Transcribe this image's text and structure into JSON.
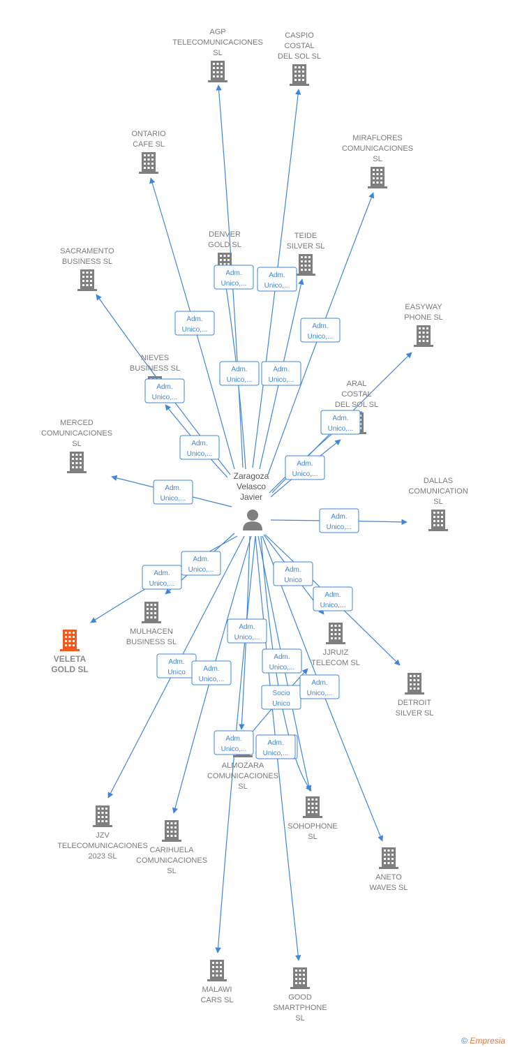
{
  "person": {
    "lines": [
      "Zaragoza",
      "Velasco",
      "Javier"
    ],
    "icon": "person-icon"
  },
  "colors": {
    "edge": "#3f86db",
    "building": "#7f7f7f",
    "highlight": "#f05a22"
  },
  "nodes": [
    {
      "id": "agp",
      "lines": [
        "AGP",
        "TELECOMUNICACIONES",
        "SL"
      ],
      "icon": "building-icon"
    },
    {
      "id": "caspio",
      "lines": [
        "CASPIO",
        "COSTAL",
        "DEL SOL  SL"
      ],
      "icon": "building-icon"
    },
    {
      "id": "ontario",
      "lines": [
        "ONTARIO",
        "CAFE  SL"
      ],
      "icon": "building-icon"
    },
    {
      "id": "miraflores",
      "lines": [
        "MIRAFLORES",
        "COMUNICACIONES",
        "SL"
      ],
      "icon": "building-icon"
    },
    {
      "id": "denver",
      "lines": [
        "DENVER",
        "GOLD  SL"
      ],
      "icon": "building-icon"
    },
    {
      "id": "teide",
      "lines": [
        "TEIDE",
        "SILVER  SL"
      ],
      "icon": "building-icon"
    },
    {
      "id": "sacramento",
      "lines": [
        "SACRAMENTO",
        "BUSINESS  SL"
      ],
      "icon": "building-icon"
    },
    {
      "id": "easyway",
      "lines": [
        "EASYWAY",
        "PHONE  SL"
      ],
      "icon": "building-icon"
    },
    {
      "id": "nieves",
      "lines": [
        "NIEVES",
        "BUSINESS  SL"
      ],
      "icon": "building-icon"
    },
    {
      "id": "aral",
      "lines": [
        "ARAL",
        "COSTAL",
        "DEL SOL  SL"
      ],
      "icon": "building-icon"
    },
    {
      "id": "merced",
      "lines": [
        "MERCED",
        "COMUNICACIONES",
        "SL"
      ],
      "icon": "building-icon"
    },
    {
      "id": "dallas",
      "lines": [
        "DALLAS",
        "COMUNICATION",
        "SL"
      ],
      "icon": "building-icon"
    },
    {
      "id": "mulhacen",
      "lines": [
        "MULHACEN",
        "BUSINESS  SL"
      ],
      "icon": "building-icon"
    },
    {
      "id": "veleta",
      "lines": [
        "VELETA",
        "GOLD  SL"
      ],
      "icon": "building-icon",
      "highlight": true
    },
    {
      "id": "jjruiz",
      "lines": [
        "JJRUIZ",
        "TELECOM  SL"
      ],
      "icon": "building-icon"
    },
    {
      "id": "detroit",
      "lines": [
        "DETROIT",
        "SILVER  SL"
      ],
      "icon": "building-icon"
    },
    {
      "id": "almozara",
      "lines": [
        "ALMOZARA",
        "COMUNICACIONES",
        "SL"
      ],
      "icon": "building-icon"
    },
    {
      "id": "sohophone",
      "lines": [
        "SOHOPHONE",
        "SL"
      ],
      "icon": "building-icon"
    },
    {
      "id": "jzv",
      "lines": [
        "JZV",
        "TELECOMUNICACIONES",
        "2023  SL"
      ],
      "icon": "building-icon"
    },
    {
      "id": "carihuela",
      "lines": [
        "CARIHUELA",
        "COMUNICACIONES",
        "SL"
      ],
      "icon": "building-icon"
    },
    {
      "id": "aneto",
      "lines": [
        "ANETO",
        "WAVES  SL"
      ],
      "icon": "building-icon"
    },
    {
      "id": "malawi",
      "lines": [
        "MALAWI",
        "CARS  SL"
      ],
      "icon": "building-icon"
    },
    {
      "id": "good",
      "lines": [
        "GOOD",
        "SMARTPHONE",
        "SL"
      ],
      "icon": "building-icon"
    }
  ],
  "edges": [
    {
      "target": "agp",
      "label": [
        "Adm.",
        "Unico,..."
      ]
    },
    {
      "target": "caspio",
      "label": [
        "Adm.",
        "Unico,..."
      ]
    },
    {
      "target": "ontario",
      "label": [
        "Adm.",
        "Unico,..."
      ]
    },
    {
      "target": "miraflores",
      "label": [
        "Adm.",
        "Unico,..."
      ]
    },
    {
      "target": "denver",
      "label": [
        "Adm.",
        "Unico,..."
      ]
    },
    {
      "target": "teide",
      "label": [
        "Adm.",
        "Unico,..."
      ]
    },
    {
      "target": "sacramento",
      "label": [
        "Adm.",
        "Unico,..."
      ]
    },
    {
      "target": "easyway",
      "label": [
        "Adm.",
        "Unico,..."
      ]
    },
    {
      "target": "nieves",
      "label": [
        "Adm.",
        "Unico,..."
      ]
    },
    {
      "target": "aral",
      "label": [
        "Adm.",
        "Unico,..."
      ]
    },
    {
      "target": "aral",
      "label": [
        "Adm.",
        "Unico,..."
      ]
    },
    {
      "target": "merced",
      "label": [
        "Adm.",
        "Unico,..."
      ]
    },
    {
      "target": "dallas",
      "label": [
        "Adm.",
        "Unico,..."
      ]
    },
    {
      "target": "mulhacen",
      "label": [
        "Adm.",
        "Unico,..."
      ]
    },
    {
      "target": "veleta",
      "label": [
        "Adm.",
        "Unico,..."
      ]
    },
    {
      "target": "jjruiz",
      "label": [
        "Adm.",
        "Unico"
      ]
    },
    {
      "target": "detroit",
      "label": [
        "Adm.",
        "Unico,..."
      ]
    },
    {
      "target": "almozara",
      "label": [
        "Adm.",
        "Unico,..."
      ]
    },
    {
      "target": "sohophone",
      "label": [
        "Adm.",
        "Unico,..."
      ]
    },
    {
      "target": "sohophone",
      "label": [
        "Adm.",
        "Unico,..."
      ]
    },
    {
      "target": "jjruiz",
      "label": [
        "Socio",
        "Unico"
      ]
    },
    {
      "target": "jzv",
      "label": [
        "Adm.",
        "Unico"
      ]
    },
    {
      "target": "carihuela",
      "label": [
        "Adm.",
        "Unico,..."
      ]
    },
    {
      "target": "aneto",
      "label": [
        "Adm.",
        "Unico,..."
      ]
    },
    {
      "target": "malawi",
      "label": [
        "Adm.",
        "Unico,..."
      ]
    },
    {
      "target": "good",
      "label": [
        "Adm.",
        "Unico,..."
      ]
    }
  ],
  "footer": {
    "copyright": "©",
    "brand": "Empresia"
  }
}
